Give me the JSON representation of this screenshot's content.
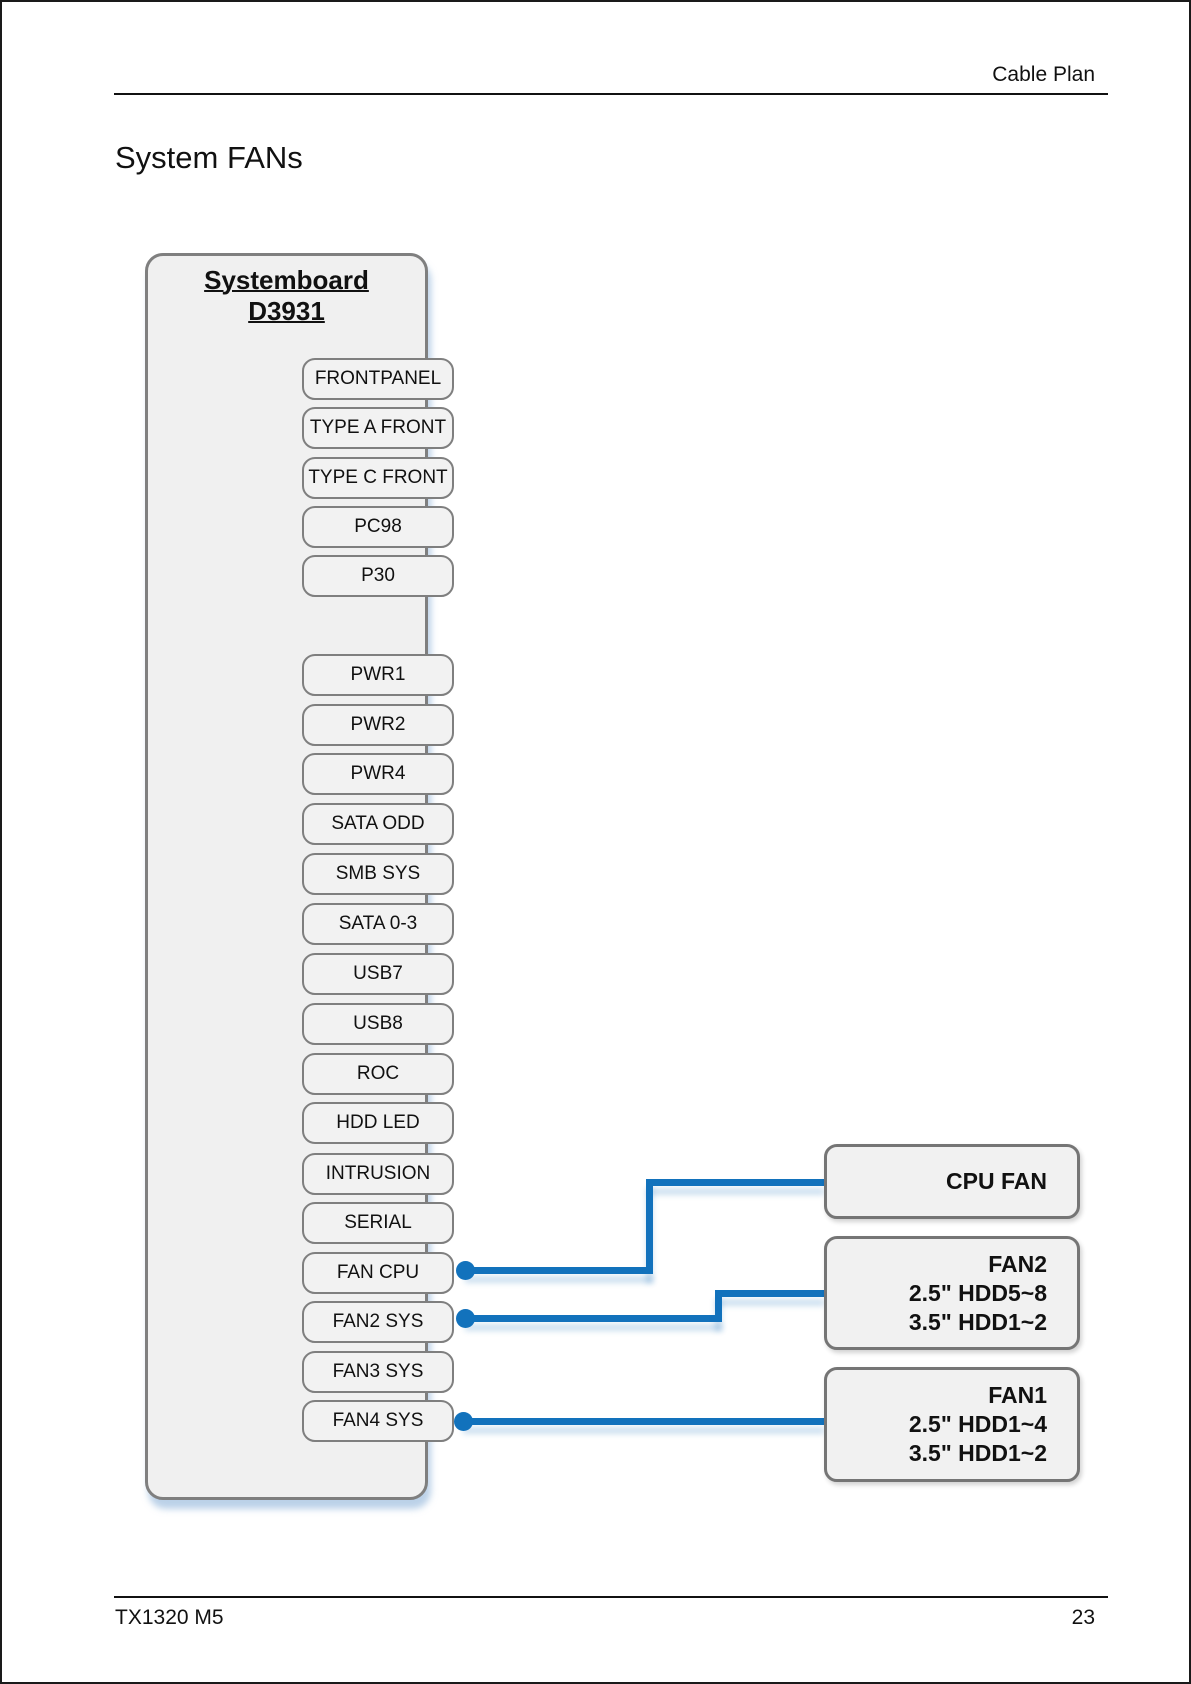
{
  "header": {
    "title": "Cable Plan"
  },
  "page_title": "System FANs",
  "systemboard": {
    "name": "Systemboard",
    "model": "D3931"
  },
  "connectors": [
    "FRONTPANEL",
    "TYPE A FRONT",
    "TYPE C FRONT",
    "PC98",
    "P30",
    "PWR1",
    "PWR2",
    "PWR4",
    "SATA ODD",
    "SMB SYS",
    "SATA 0-3",
    "USB7",
    "USB8",
    "ROC",
    "HDD LED",
    "INTRUSION",
    "SERIAL",
    "FAN CPU",
    "FAN2 SYS",
    "FAN3 SYS",
    "FAN4 SYS"
  ],
  "fans": [
    {
      "label": "CPU FAN",
      "lines": [
        "CPU FAN"
      ]
    },
    {
      "label": "FAN2",
      "lines": [
        "FAN2",
        "2.5\" HDD5~8",
        "3.5\" HDD1~2"
      ]
    },
    {
      "label": "FAN1",
      "lines": [
        "FAN1",
        "2.5\" HDD1~4",
        "3.5\" HDD1~2"
      ]
    }
  ],
  "footer": {
    "model": "TX1320 M5",
    "page_number": "23"
  },
  "colors": {
    "cable_blue": "#1272bc",
    "box_fill": "#f1f1f1",
    "box_border": "#7f7f7f"
  }
}
